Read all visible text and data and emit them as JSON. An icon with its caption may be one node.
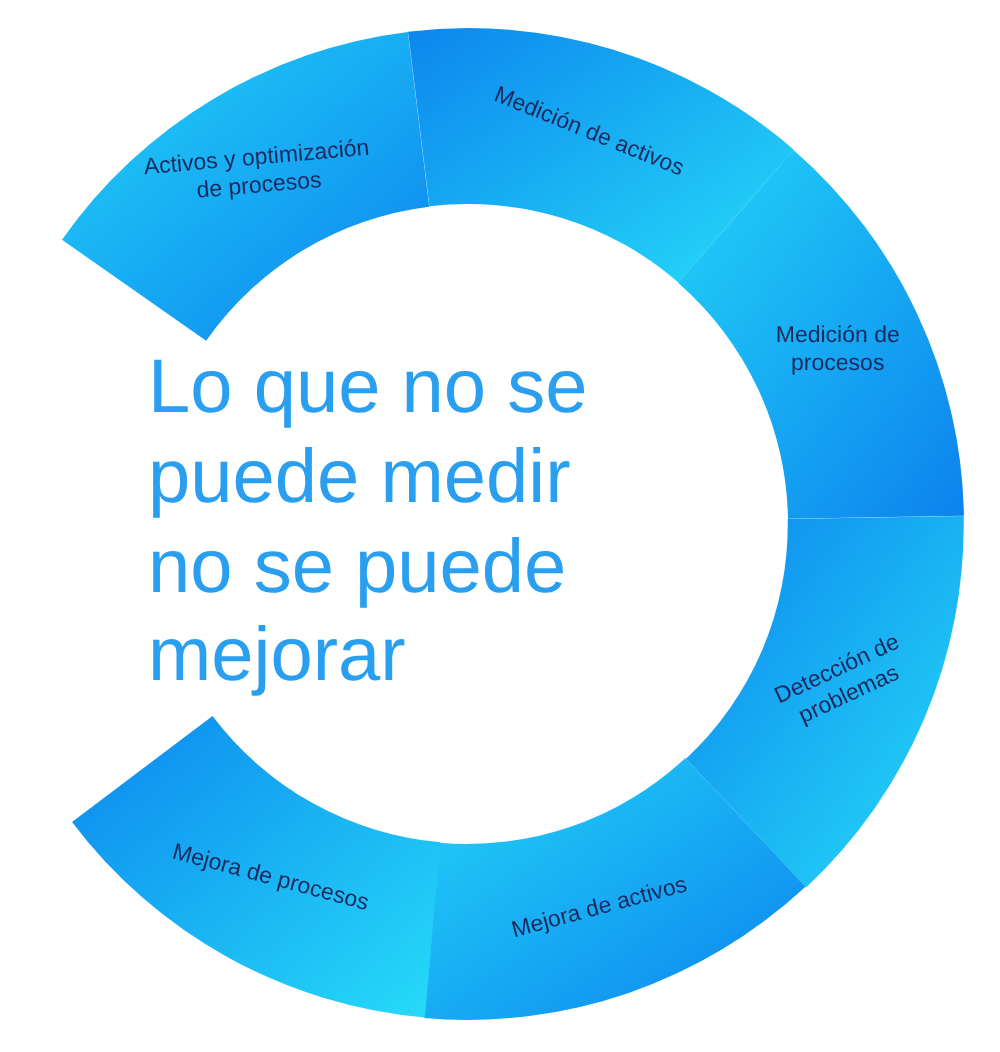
{
  "diagram": {
    "nodes": [
      {
        "text": [
          "Activos y optimización de procesos"
        ]
      },
      {
        "text": [
          "Medición de activos"
        ]
      },
      {
        "text": [
          "Medición de procesos"
        ]
      },
      {
        "text": [
          "Detección de problemas"
        ]
      },
      {
        "text": [
          "Mejora de activos"
        ]
      },
      {
        "text": [
          "Mejora de procesos"
        ]
      }
    ],
    "labels": [
      "Lo que no se puede medir no se puede mejorar"
    ]
  }
}
